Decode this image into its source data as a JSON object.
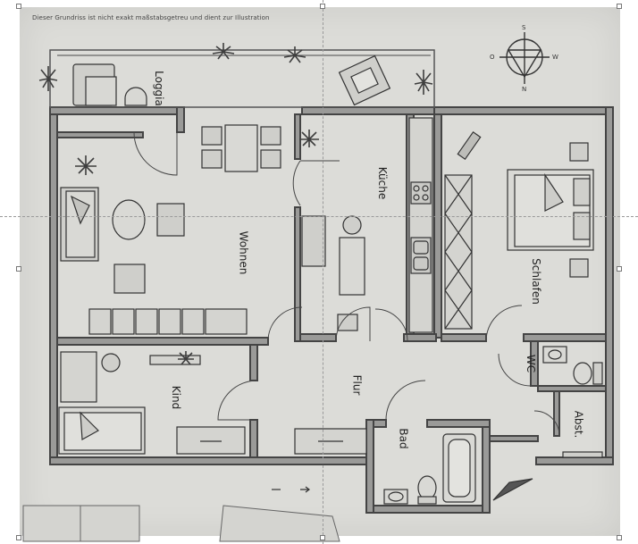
{
  "plan": {
    "disclaimer": "Dieser Grundriss ist nicht exakt maßstabsgetreu und dient zur Illustration",
    "rooms": [
      {
        "id": "loggia",
        "label": "Loggia"
      },
      {
        "id": "wohnen",
        "label": "Wohnen"
      },
      {
        "id": "kueche",
        "label": "Küche"
      },
      {
        "id": "schlafen",
        "label": "Schlafen"
      },
      {
        "id": "wc",
        "label": "WC"
      },
      {
        "id": "flur",
        "label": "Flur"
      },
      {
        "id": "kind",
        "label": "Kind"
      },
      {
        "id": "bad",
        "label": "Bad"
      },
      {
        "id": "abst",
        "label": "Abst."
      }
    ],
    "compass": {
      "n": "N",
      "s": "S",
      "o": "O",
      "w": "W"
    }
  },
  "colors": {
    "paper": "#dcdcd8",
    "wall": "#5a5a5a",
    "line": "#333333",
    "plant": "#3e3e3e"
  },
  "icons": [
    "compass-icon",
    "plant-icon",
    "bed-icon",
    "table-icon",
    "toilet-icon",
    "bathtub-icon",
    "sink-icon",
    "stove-icon",
    "arrow-icon"
  ]
}
